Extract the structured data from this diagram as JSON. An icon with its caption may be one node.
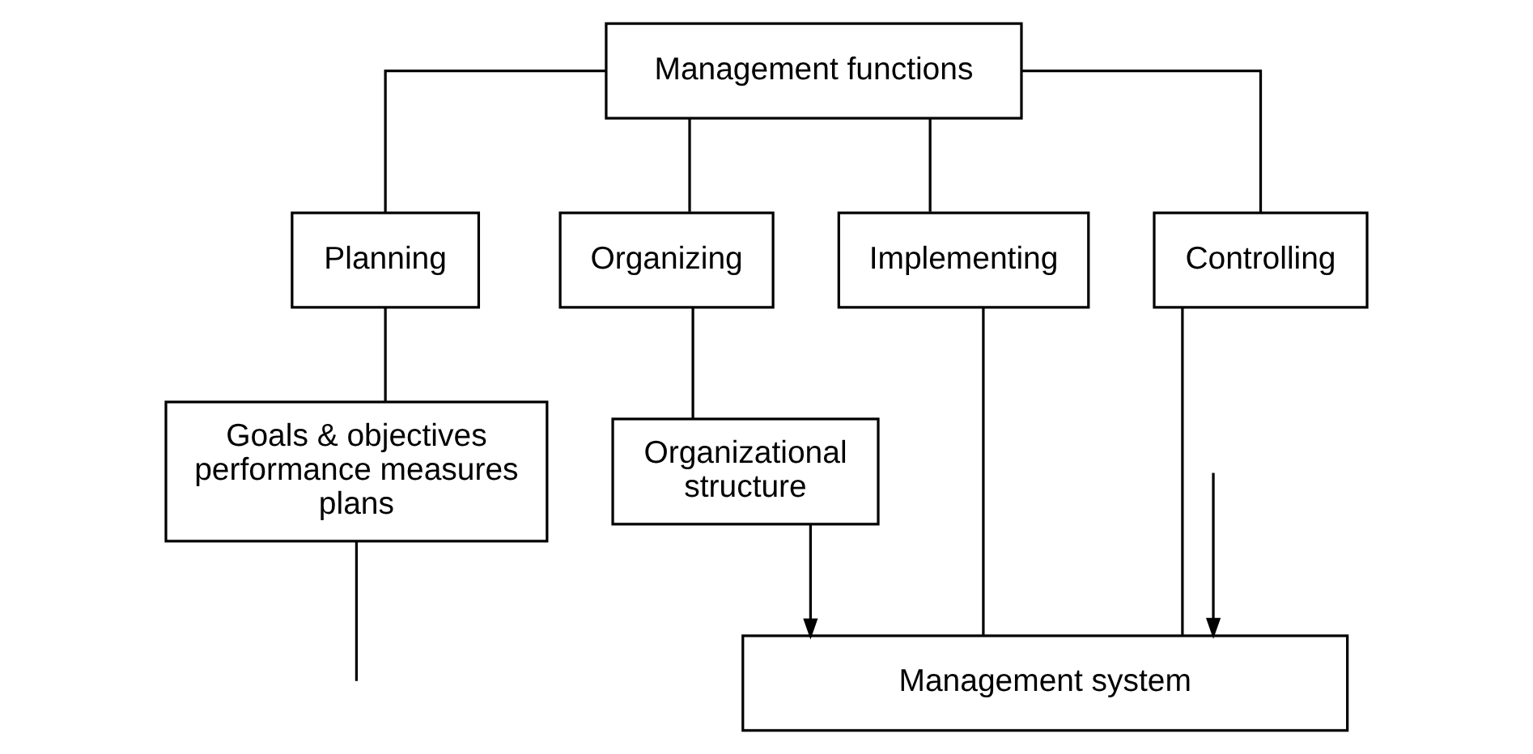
{
  "diagram": {
    "nodes": [
      {
        "text": [
          "Management functions"
        ]
      },
      {
        "text": [
          "Planning"
        ]
      },
      {
        "text": [
          "Organizing"
        ]
      },
      {
        "text": [
          "Implementing"
        ]
      },
      {
        "text": [
          "Controlling"
        ]
      },
      {
        "text": [
          "Goals & objectives performance measures plans"
        ]
      },
      {
        "text": [
          "Organizational structure"
        ]
      },
      {
        "text": [
          "Management system"
        ]
      }
    ],
    "edges": [
      {
        "from": 0,
        "to": 1,
        "arrow": "none"
      },
      {
        "from": 0,
        "to": 2,
        "arrow": "none"
      },
      {
        "from": 0,
        "to": 3,
        "arrow": "none"
      },
      {
        "from": 0,
        "to": 4,
        "arrow": "none"
      },
      {
        "from": 1,
        "to": 5,
        "arrow": "none"
      },
      {
        "from": 2,
        "to": 6,
        "arrow": "none"
      },
      {
        "from": 3,
        "to": 7,
        "arrow": "none"
      },
      {
        "from": 4,
        "to": 7,
        "arrow": "none"
      },
      {
        "from": 6,
        "to": 7,
        "arrow": "to"
      },
      {
        "from": 5,
        "to": null,
        "arrow": "none"
      },
      {
        "from": null,
        "to": 7,
        "arrow": "to"
      }
    ]
  }
}
